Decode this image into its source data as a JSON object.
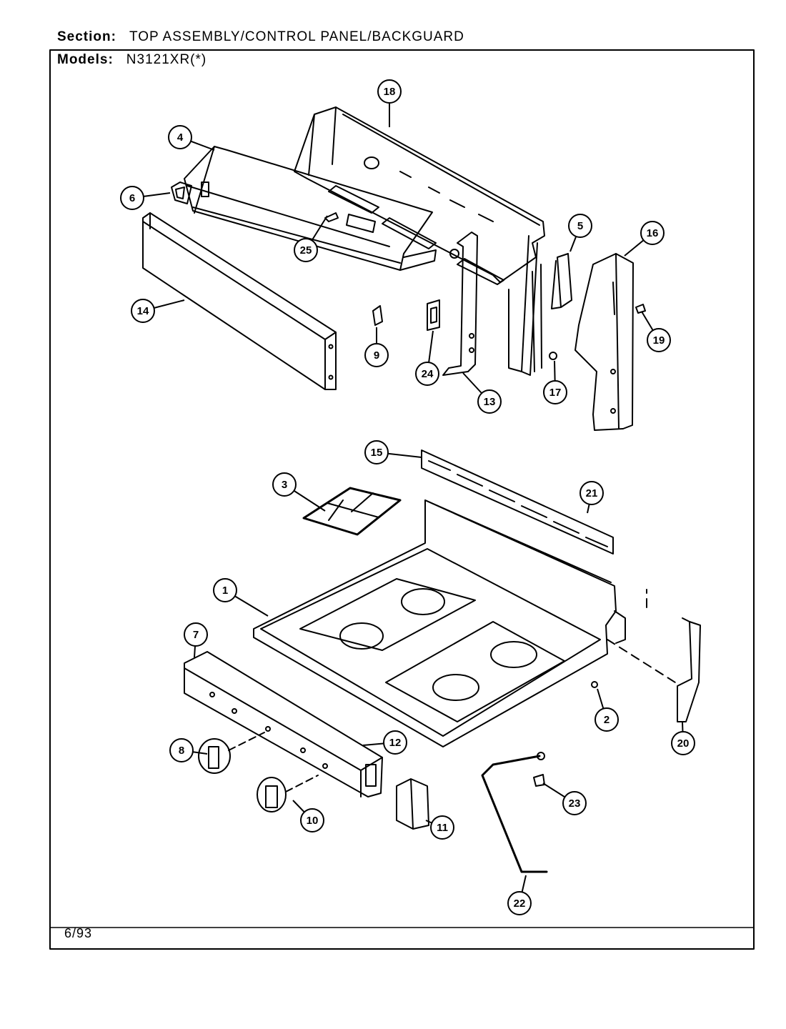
{
  "header": {
    "section_label": "Section:",
    "section_value": "TOP ASSEMBLY/CONTROL PANEL/BACKGUARD",
    "models_label": "Models:",
    "models_value": "N3121XR(*)"
  },
  "callouts": [
    "18",
    "4",
    "6",
    "25",
    "14",
    "9",
    "24",
    "13",
    "17",
    "5",
    "16",
    "19",
    "15",
    "3",
    "21",
    "1",
    "7",
    "8",
    "12",
    "2",
    "20",
    "10",
    "11",
    "23",
    "22"
  ],
  "footer": {
    "date": "6/93"
  }
}
